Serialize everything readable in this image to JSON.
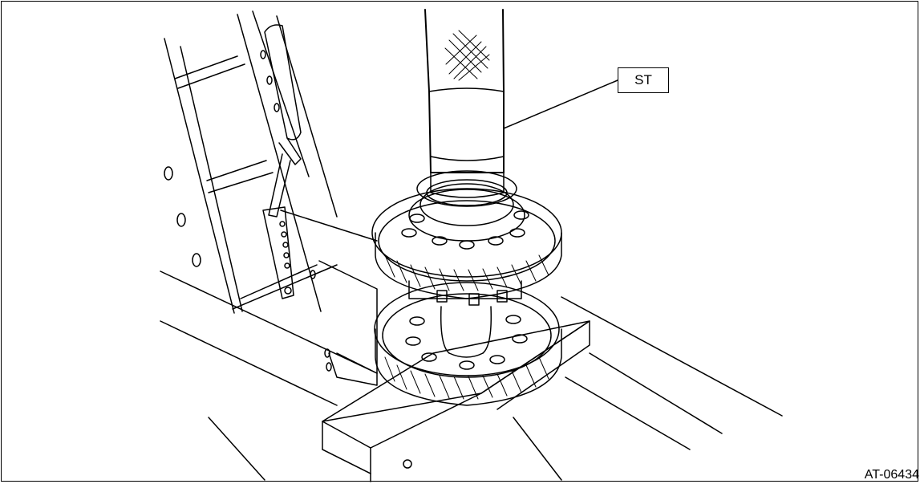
{
  "callout": {
    "label": "ST"
  },
  "figure_code": "AT-06434",
  "colors": {
    "line": "#000000",
    "background": "#ffffff"
  },
  "icons": {
    "illustration": "press-and-gear-assembly-drawing"
  }
}
